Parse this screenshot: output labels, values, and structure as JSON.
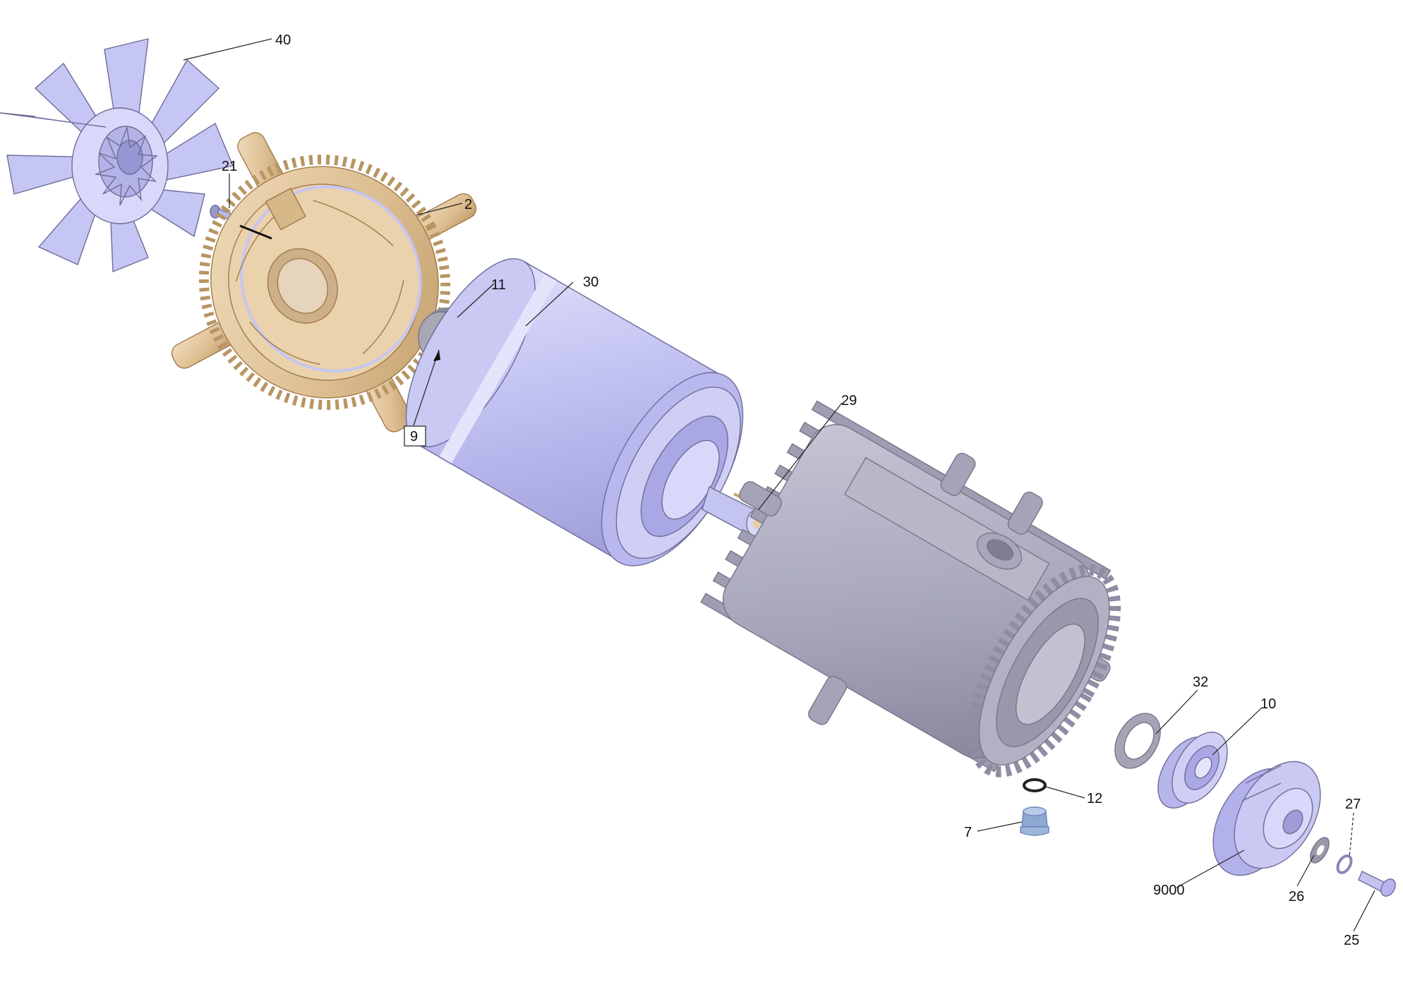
{
  "diagram": {
    "callouts": {
      "fan": "40",
      "screw_small": "21",
      "end_shield": "2",
      "shaft_ring": "11",
      "feather_key_front": "30",
      "boxed_ref": "9",
      "rotor_key": "29",
      "seal_ring_large": "32",
      "ball_bearing": "10",
      "gasket": "12",
      "drain_plug": "7",
      "eccentric": "9000",
      "washer": "26",
      "spring_washer": "27",
      "bolt": "25"
    },
    "colors": {
      "lavender": "#c8c8f4",
      "lavender_dark": "#a9a8e4",
      "gold": "#e2c59c",
      "grey": "#a9a8ba",
      "grey_dark": "#8e8da3",
      "blue_plug": "#9eb6dc",
      "leader": "#222222"
    }
  }
}
